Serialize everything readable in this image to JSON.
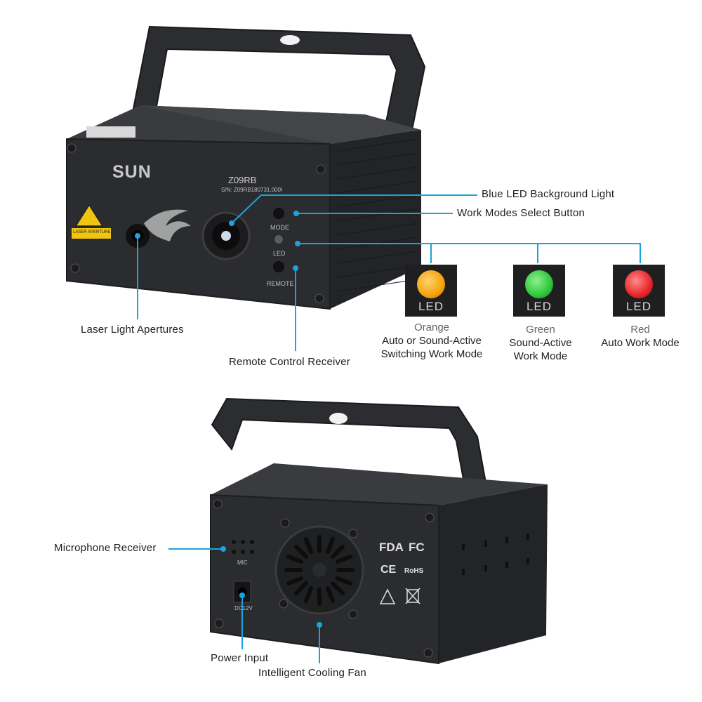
{
  "callouts": {
    "blue_led": "Blue LED Background Light",
    "work_modes": "Work Modes Select Button",
    "laser_apertures": "Laser Light Apertures",
    "remote_receiver": "Remote Control Receiver",
    "microphone": "Microphone Receiver",
    "power_input": "Power Input",
    "cooling_fan": "Intelligent Cooling Fan"
  },
  "led_modes": [
    {
      "box_label": "LED",
      "color_name": "Orange",
      "line1": "Auto or Sound-Active",
      "line2": "Switching Work Mode",
      "color": "#f5a30d"
    },
    {
      "box_label": "LED",
      "color_name": "Green",
      "line1": "Sound-Active",
      "line2": "Work Mode",
      "color": "#2ec73a"
    },
    {
      "box_label": "LED",
      "color_name": "Red",
      "line1": "Auto Work Mode",
      "line2": "",
      "color": "#e8252a"
    }
  ],
  "device_front": {
    "brand": "SUN",
    "model": "Z09RB",
    "serial": "S/N: Z09RB180731.000l",
    "mode_label": "MODE",
    "led_label": "LED",
    "remote_label": "REMOTE",
    "warning_label": "LASER APERTURE"
  },
  "device_back": {
    "mic_label": "MIC",
    "dc_label": "DC12V",
    "cert_fda": "FDA",
    "cert_fc": "FC",
    "cert_ce": "CE",
    "cert_rohs": "RoHS"
  },
  "colors": {
    "accent_line": "#1aa3dc",
    "device_body": "#2a2b2e"
  }
}
